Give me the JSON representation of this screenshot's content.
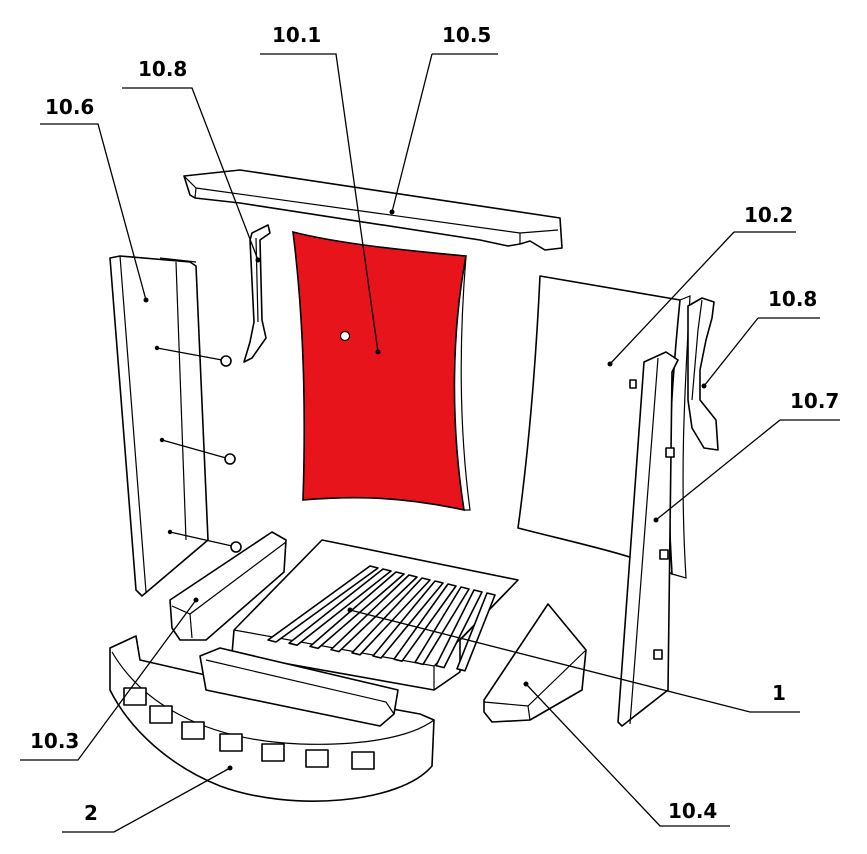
{
  "highlight_color": "#e8141b",
  "labels": {
    "p10_1": "10.1",
    "p10_5": "10.5",
    "p10_8_left": "10.8",
    "p10_6": "10.6",
    "p10_2": "10.2",
    "p10_8_right": "10.8",
    "p10_7": "10.7",
    "p1": "1",
    "p10_3": "10.3",
    "p2": "2",
    "p10_4": "10.4"
  }
}
